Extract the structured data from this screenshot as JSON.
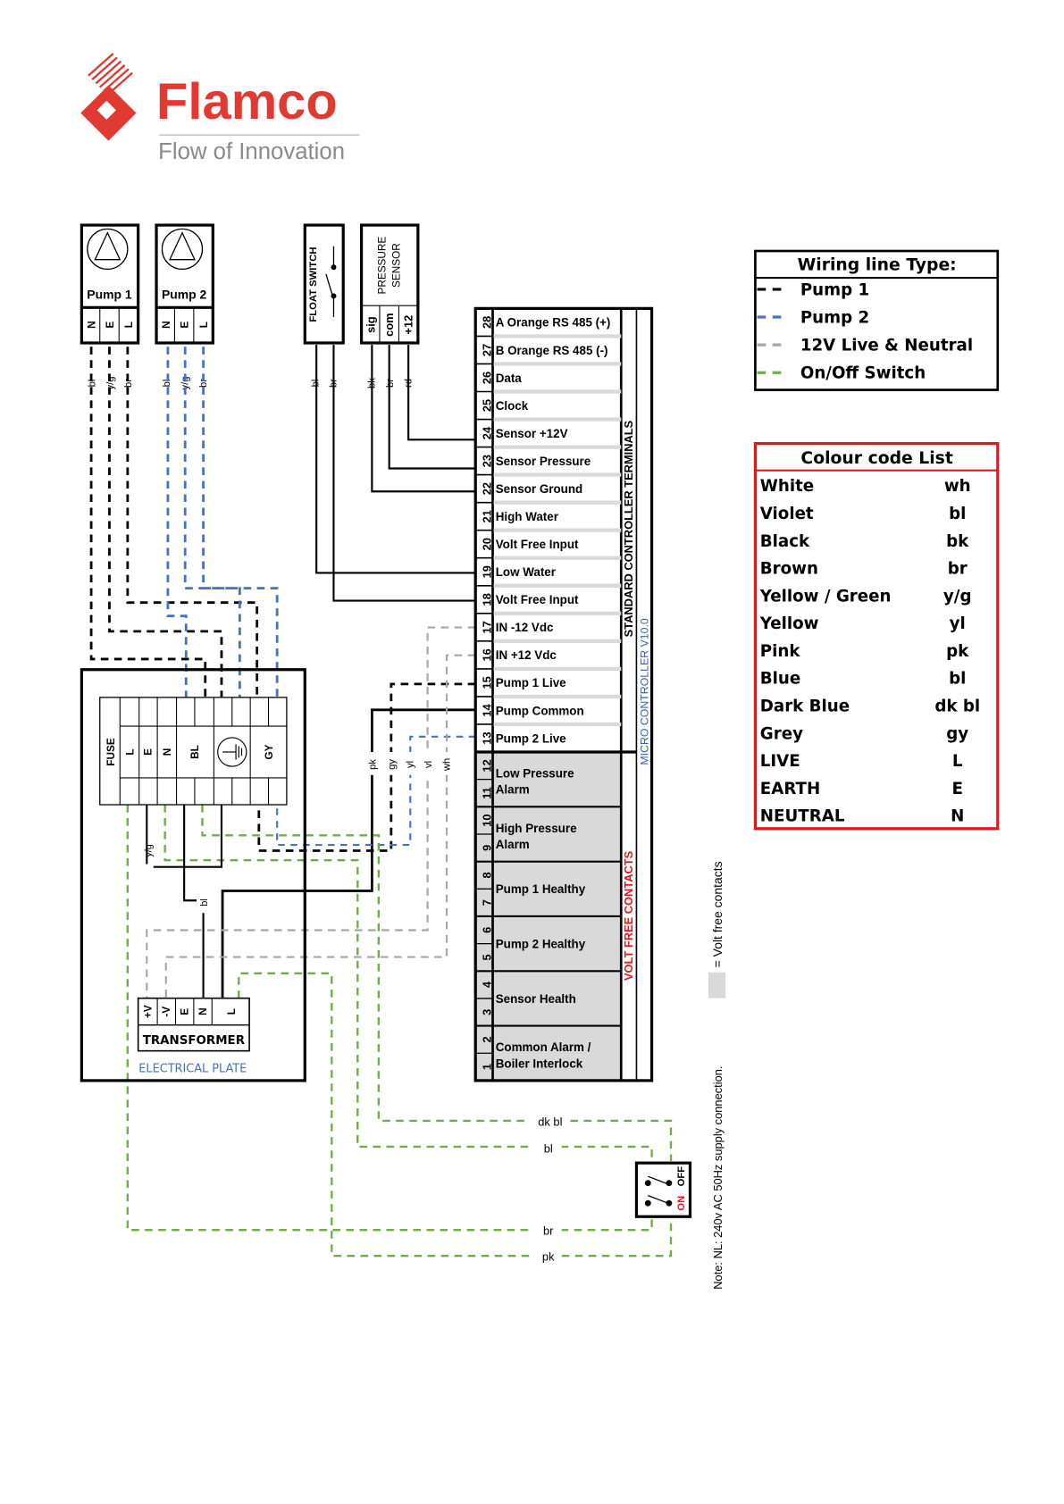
{
  "logo": {
    "brand": "Flamco",
    "tagline": "Flow of Innovation",
    "brand_color": "#e03a33",
    "tagline_color": "#8a8a8a"
  },
  "devices": {
    "pump1": {
      "label": "Pump 1",
      "terminals": [
        "N",
        "E",
        "L"
      ],
      "wires": [
        "bl",
        "y/g",
        "br"
      ]
    },
    "pump2": {
      "label": "Pump 2",
      "terminals": [
        "N",
        "E",
        "L"
      ],
      "wires": [
        "bl",
        "y/g",
        "br"
      ]
    },
    "float_switch": {
      "label": "FLOAT SWITCH",
      "wires": [
        "bl",
        "br"
      ]
    },
    "pressure_sensor": {
      "label_line1": "PRESSURE",
      "label_line2": "SENSOR",
      "terminals": [
        "sig",
        "com",
        "+12"
      ],
      "wires": [
        "bk",
        "br",
        "rd"
      ]
    }
  },
  "controller": {
    "side_label_standard": "STANDARD CONTROLLER TERMINALS",
    "side_label_micro": "MICRO CONTROLLER V10.0",
    "side_label_volt_free": "VOLT FREE CONTACTS",
    "terminals": [
      {
        "num": "28",
        "label": "A Orange RS 485 (+)"
      },
      {
        "num": "27",
        "label": "B Orange RS 485 (-)"
      },
      {
        "num": "26",
        "label": "Data"
      },
      {
        "num": "25",
        "label": "Clock"
      },
      {
        "num": "24",
        "label": "Sensor +12V"
      },
      {
        "num": "23",
        "label": "Sensor Pressure"
      },
      {
        "num": "22",
        "label": "Sensor Ground"
      },
      {
        "num": "21",
        "label": "High Water"
      },
      {
        "num": "20",
        "label": "Volt Free Input"
      },
      {
        "num": "19",
        "label": "Low Water"
      },
      {
        "num": "18",
        "label": "Volt Free Input"
      },
      {
        "num": "17",
        "label": "IN -12 Vdc"
      },
      {
        "num": "16",
        "label": "IN +12 Vdc"
      },
      {
        "num": "15",
        "label": "Pump 1 Live"
      },
      {
        "num": "14",
        "label": "Pump Common"
      },
      {
        "num": "13",
        "label": "Pump 2 Live"
      }
    ],
    "volt_free_groups": [
      {
        "nums": [
          "12",
          "11"
        ],
        "line1": "Low Pressure",
        "line2": "Alarm"
      },
      {
        "nums": [
          "10",
          "9"
        ],
        "line1": "High Pressure",
        "line2": "Alarm"
      },
      {
        "nums": [
          "8",
          "7"
        ],
        "line1": "Pump 1 Healthy",
        "line2": ""
      },
      {
        "nums": [
          "6",
          "5"
        ],
        "line1": "Pump 2 Healthy",
        "line2": ""
      },
      {
        "nums": [
          "4",
          "3"
        ],
        "line1": "Sensor Health",
        "line2": ""
      },
      {
        "nums": [
          "2",
          "1"
        ],
        "line1": "Common Alarm /",
        "line2": "Boiler Interlock"
      }
    ]
  },
  "electrical_plate": {
    "label": "ELECTRICAL PLATE",
    "terminal_strip": [
      "FUSE",
      "L",
      "E",
      "N",
      "BL",
      "earth-symbol",
      "GY"
    ],
    "transformer_label": "TRANSFORMER",
    "transformer_terminals": [
      "+V",
      "-V",
      "E",
      "N",
      "L"
    ],
    "wire_labels": {
      "yg": "y/g",
      "bl": "bl"
    }
  },
  "mid_wire_labels": [
    "pk",
    "gy",
    "yl",
    "vl",
    "wh"
  ],
  "switch_wires": [
    "dk bl",
    "bl",
    "br",
    "pk"
  ],
  "onoff_switch": {
    "on": "ON",
    "off": "OFF"
  },
  "notes": {
    "volt_free": "= Volt free contacts",
    "supply": "Note: NL: 240v AC 50Hz supply connection."
  },
  "wiring_legend": {
    "title": "Wiring line Type:",
    "items": [
      {
        "label": "Pump 1",
        "color": "#000000"
      },
      {
        "label": "Pump 2",
        "color": "#4472c4"
      },
      {
        "label": "12V Live & Neutral",
        "color": "#a6a6a6"
      },
      {
        "label": "On/Off Switch",
        "color": "#70ad47"
      }
    ]
  },
  "colour_code": {
    "title": "Colour code List",
    "rows": [
      {
        "name": "White",
        "code": "wh"
      },
      {
        "name": "Violet",
        "code": "bl"
      },
      {
        "name": "Black",
        "code": "bk"
      },
      {
        "name": "Brown",
        "code": "br"
      },
      {
        "name": "Yellow / Green",
        "code": "y/g"
      },
      {
        "name": "Yellow",
        "code": "yl"
      },
      {
        "name": "Pink",
        "code": "pk"
      },
      {
        "name": "Blue",
        "code": "bl"
      },
      {
        "name": "Dark Blue",
        "code": "dk bl"
      },
      {
        "name": "Grey",
        "code": "gy"
      },
      {
        "name": "LIVE",
        "code": "L"
      },
      {
        "name": "EARTH",
        "code": "E"
      },
      {
        "name": "NEUTRAL",
        "code": "N"
      }
    ],
    "border_color": "#e8141c"
  },
  "colors": {
    "black_wire": "#000000",
    "blue_wire": "#4472c4",
    "grey_wire": "#a6a6a6",
    "green_wire": "#70ad47",
    "volt_free_fill": "#d9d9d9",
    "red_label": "#e8141c",
    "blue_label": "#2f5fb3"
  }
}
